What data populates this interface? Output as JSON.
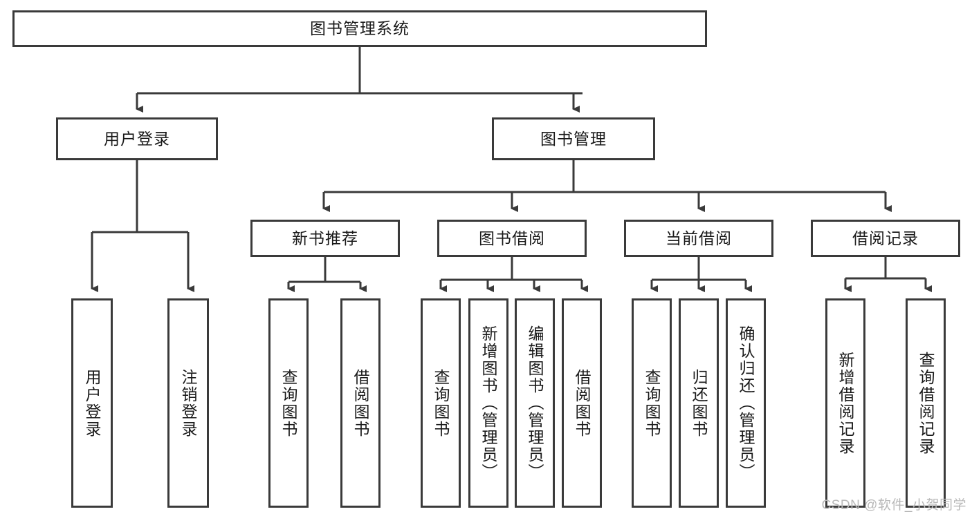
{
  "diagram": {
    "title": "图书管理系统",
    "root": {
      "label": "图书管理系统"
    },
    "level2": [
      {
        "label": "用户登录"
      },
      {
        "label": "图书管理"
      }
    ],
    "level3": [
      {
        "label": "新书推荐"
      },
      {
        "label": "图书借阅"
      },
      {
        "label": "当前借阅"
      },
      {
        "label": "借阅记录"
      }
    ],
    "leaves": {
      "user_login": [
        {
          "label": "用户登录"
        },
        {
          "label": "注销登录"
        }
      ],
      "new_book": [
        {
          "label": "查询图书"
        },
        {
          "label": "借阅图书"
        }
      ],
      "book_borrow": [
        {
          "label": "查询图书"
        },
        {
          "label": "新增图书（管理员）"
        },
        {
          "label": "编辑图书（管理员）"
        },
        {
          "label": "借阅图书"
        }
      ],
      "current_borrow": [
        {
          "label": "查询图书"
        },
        {
          "label": "归还图书"
        },
        {
          "label": "确认归还（管理员）"
        }
      ],
      "borrow_record": [
        {
          "label": "新增借阅记录"
        },
        {
          "label": "查询借阅记录"
        }
      ]
    }
  },
  "watermark": {
    "text": "CSDN @软件_小贺同学"
  },
  "colors": {
    "stroke": "#3a3a3a",
    "background": "#ffffff",
    "text": "#1a1a1a",
    "watermark": "#b9b9b9"
  }
}
